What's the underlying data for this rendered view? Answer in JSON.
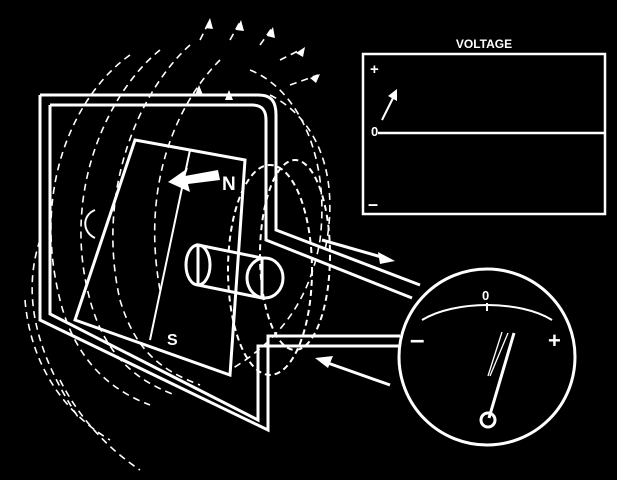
{
  "graph": {
    "title": "VOLTAGE",
    "plus_label": "+",
    "zero_label": "0",
    "minus_label": "–"
  },
  "magnet": {
    "north_label": "N",
    "south_label": "S"
  },
  "meter": {
    "zero_label": "0",
    "minus_label": "–",
    "plus_label": "+"
  },
  "colors": {
    "background": "#000000",
    "foreground": "#ffffff"
  }
}
